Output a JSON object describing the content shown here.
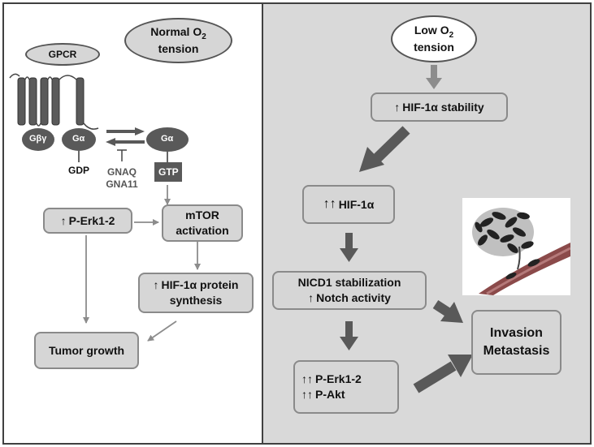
{
  "left_panel": {
    "normal_o2": {
      "line1_prefix": "Normal O",
      "line1_sub": "2",
      "line2": "tension"
    },
    "gpcr": "GPCR",
    "g_beta_gamma": "Gβγ",
    "g_alpha_left": "Gα",
    "g_alpha_right": "Gα",
    "gdp": "GDP",
    "gtp": "GTP",
    "gnaq": "GNAQ",
    "gna11": "GNA11",
    "perk": {
      "arrow": "↑",
      "text": "P-Erk1-2"
    },
    "mtor": {
      "line1": "mTOR",
      "line2": "activation"
    },
    "hif_synthesis": {
      "arrow": "↑",
      "line1": "HIF-1α protein",
      "line2": "synthesis"
    },
    "tumor_growth": "Tumor growth"
  },
  "right_panel": {
    "low_o2": {
      "line1_prefix": "Low O",
      "line1_sub": "2",
      "line2": "tension"
    },
    "hif_stability": {
      "arrow": "↑",
      "text": "HIF-1α stability"
    },
    "hif": {
      "arrow": "↑↑",
      "text": "HIF-1α"
    },
    "nicd": {
      "line1": "NICD1 stabilization",
      "arrow": "↑",
      "line2": "Notch activity"
    },
    "perk_akt": {
      "arrow1": "↑↑",
      "text1": "P-Erk1-2",
      "arrow2": "↑↑",
      "text2": "P-Akt"
    },
    "invasion": {
      "line1": "Invasion",
      "line2": "Metastasis"
    }
  },
  "colors": {
    "right_bg": "#d9d9d9",
    "box_fill": "#d6d6d6",
    "receptor_dark": "#5a5a5a",
    "arrow_gray": "#8c8c8c",
    "arrow_dark": "#595959"
  },
  "icons": [
    "gpcr-receptor-icon",
    "g-protein-ellipse-icon",
    "tumor-vessel-illustration-icon",
    "inhibition-bar-icon"
  ]
}
